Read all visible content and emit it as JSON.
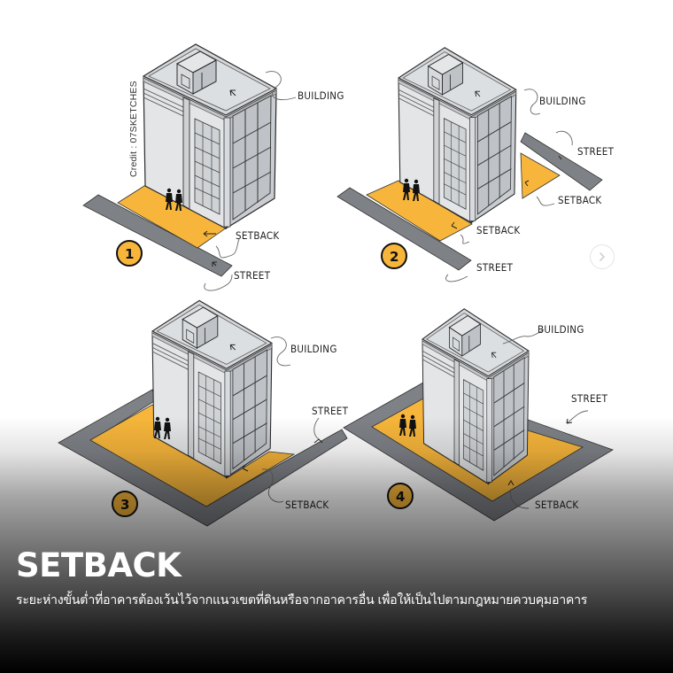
{
  "credit": "Credit : 07SKETCHES",
  "colors": {
    "setback": "#F7B63B",
    "street": "#7E8186",
    "building_light": "#E4E6E8",
    "building_mid": "#CDD0D3",
    "building_dark": "#B7BBBF",
    "outline": "#2A2A2A"
  },
  "panels": [
    {
      "number": "1",
      "labels": {
        "building": "BUILDING",
        "setback": "SETBACK",
        "street": "STREET"
      }
    },
    {
      "number": "2",
      "labels": {
        "building": "BUILDING",
        "street_right": "STREET",
        "setback_right": "SETBACK",
        "setback_left": "SETBACK",
        "street_left": "STREET"
      }
    },
    {
      "number": "3",
      "labels": {
        "building": "BUILDING",
        "street": "STREET",
        "setback": "SETBACK"
      }
    },
    {
      "number": "4",
      "labels": {
        "building": "BUILDING",
        "street": "STREET",
        "setback": "SETBACK"
      }
    }
  ],
  "navigation": {
    "next_icon": "chevron-right-icon"
  },
  "caption": {
    "title": "SETBACK",
    "description": "ระยะห่างขั้นต่ำที่อาคารต้องเว้นไว้จากแนวเขตที่ดินหรือจากอาคารอื่น เพื่อให้เป็นไปตามกฎหมายควบคุมอาคาร"
  }
}
